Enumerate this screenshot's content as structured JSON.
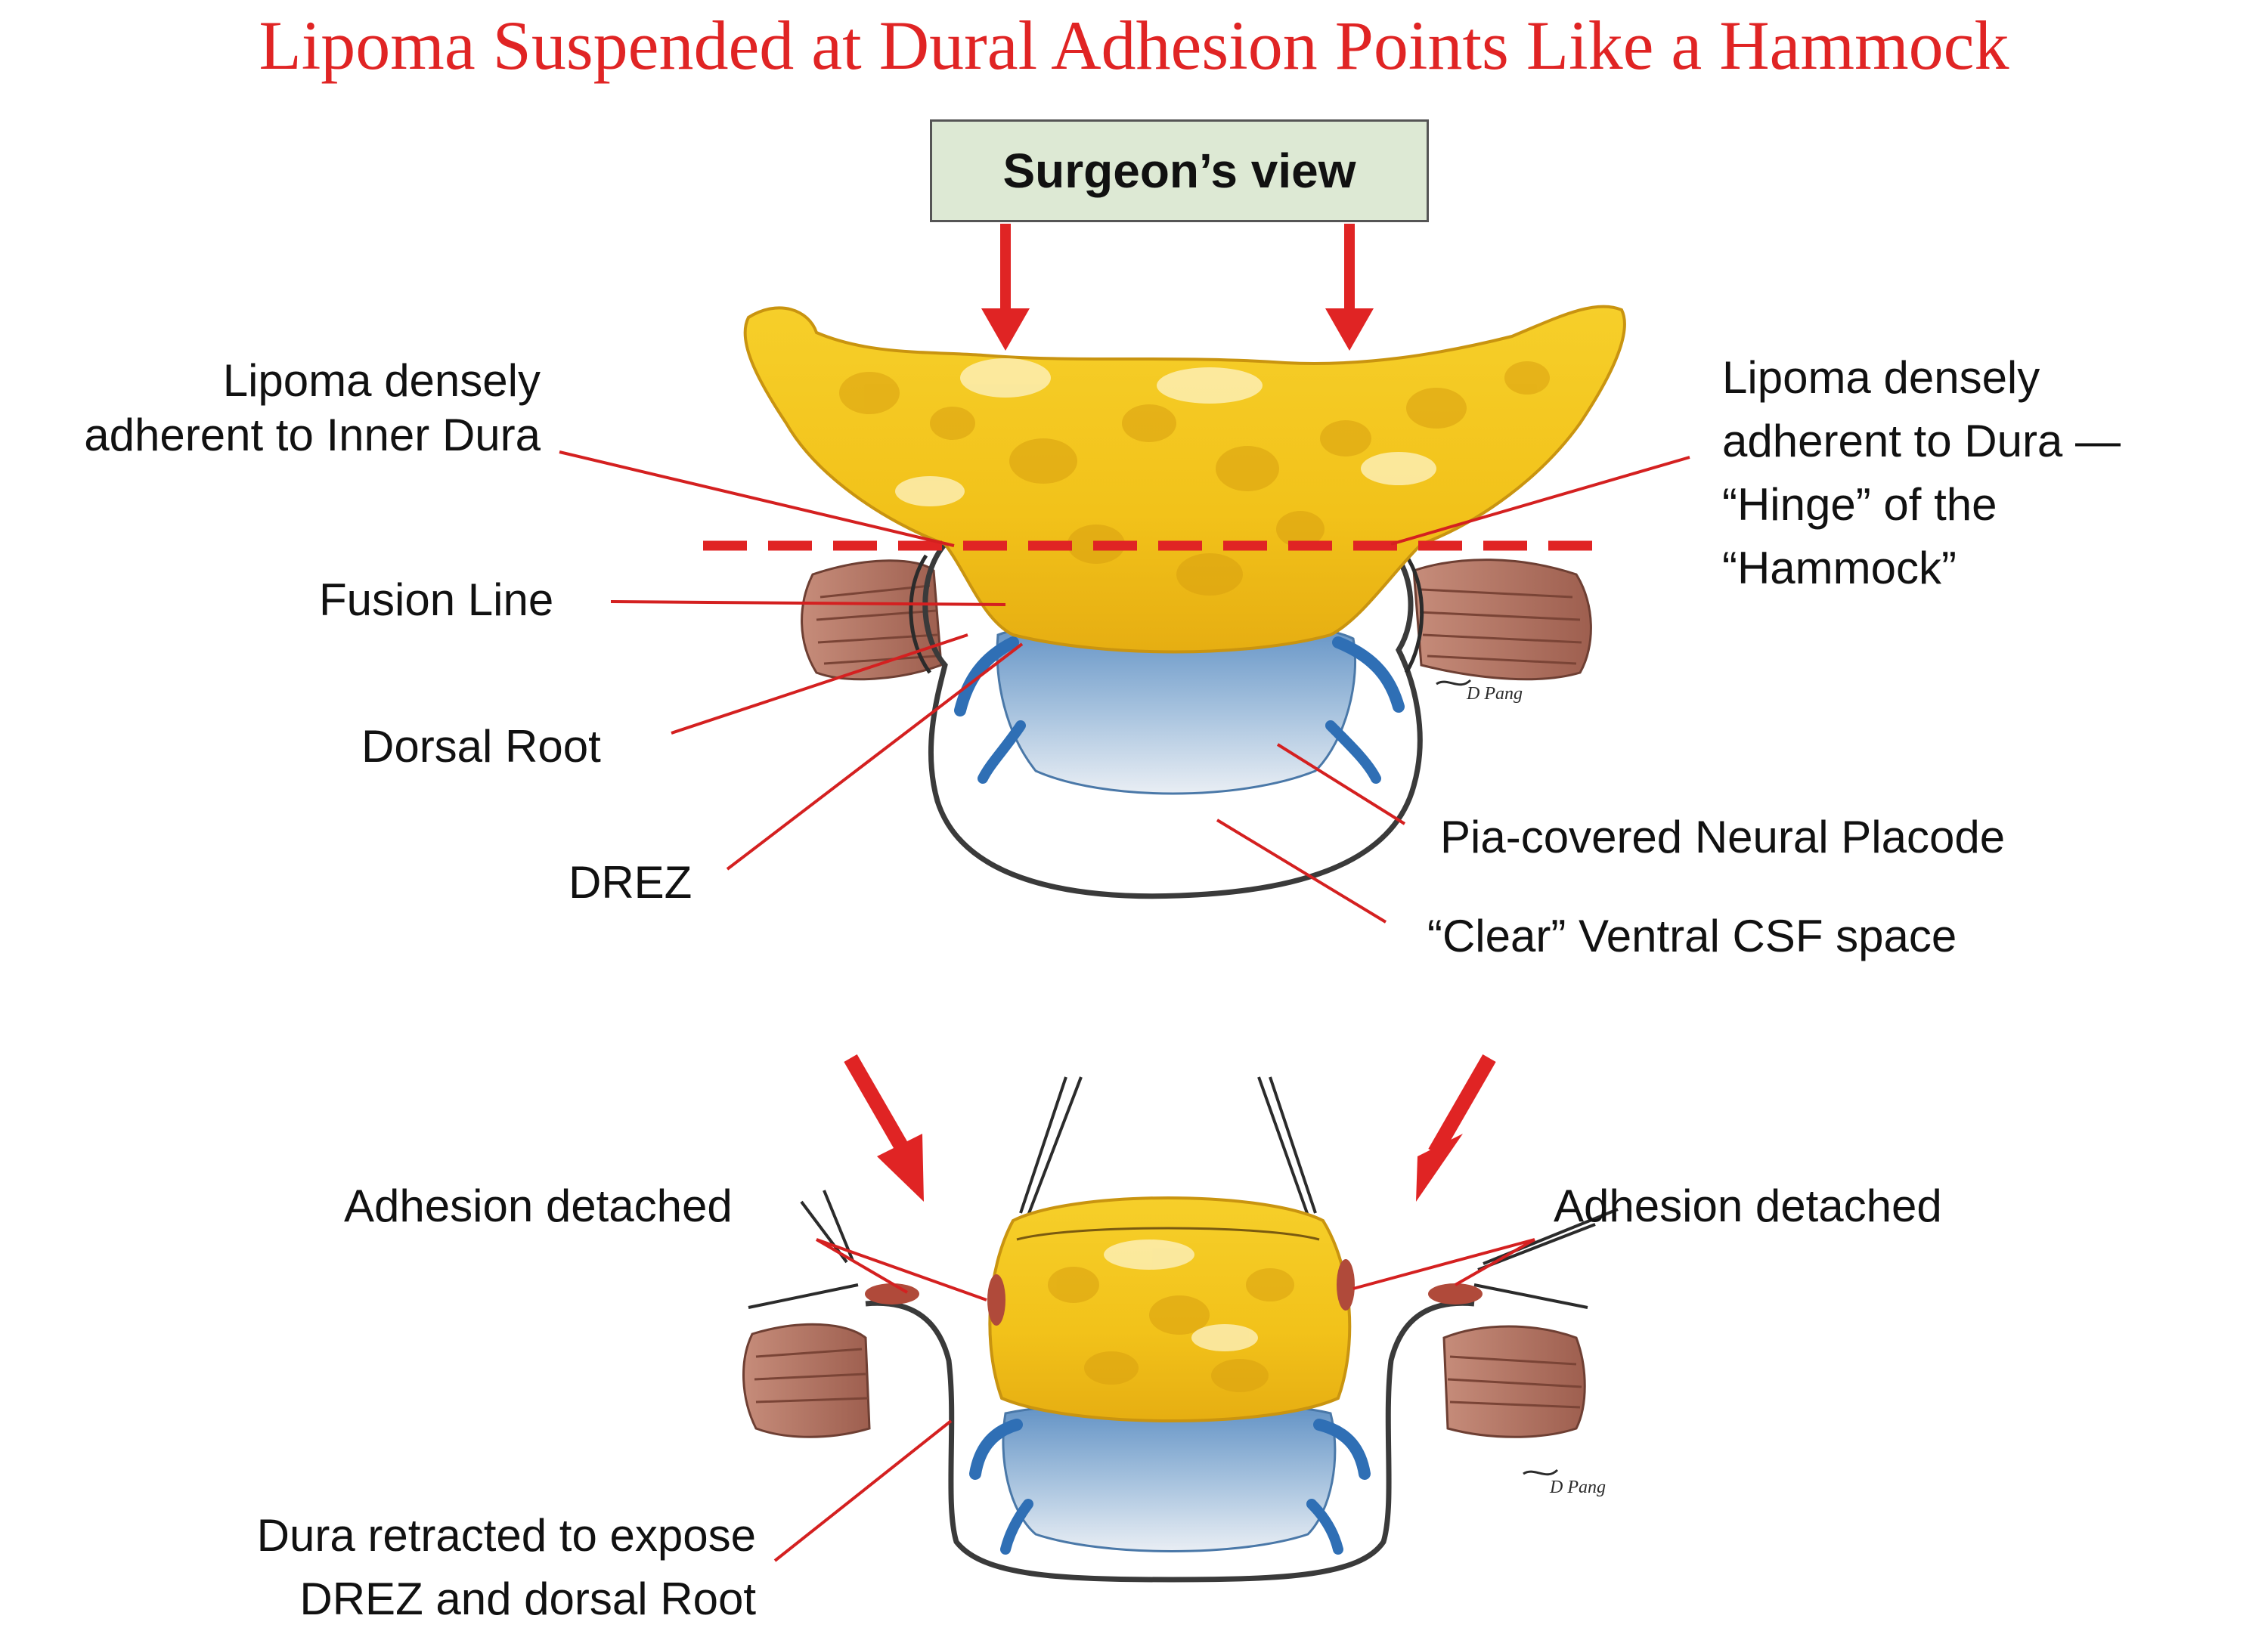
{
  "title": "Lipoma Suspended at Dural Adhesion Points Like a Hammock",
  "surgeons_view": "Surgeon’s view",
  "upper_labels": {
    "lipoma_inner_dura": [
      "Lipoma densely",
      "adherent to Inner Dura"
    ],
    "lipoma_dura_hinge": [
      "Lipoma densely",
      "adherent to Dura —",
      "“Hinge” of the",
      "“Hammock”"
    ],
    "fusion_line": "Fusion Line",
    "dorsal_root": "Dorsal Root",
    "drez": "DREZ",
    "pia_placode": "Pia-covered Neural Placode",
    "clear_csf": "“Clear” Ventral CSF space"
  },
  "lower_labels": {
    "adhesion_left": "Adhesion detached",
    "adhesion_right": "Adhesion detached",
    "dura_retracted": [
      "Dura retracted to expose",
      "DREZ and dorsal Root"
    ]
  },
  "signature": "D Pang",
  "colors": {
    "title": "#e02424",
    "arrow": "#e02424",
    "leader": "#d42020",
    "lipoma": "#f3c51d",
    "lipoma_dark": "#d9a010",
    "placode": "#6f9fcc",
    "root": "#2f6fb5",
    "dura": "#3a3a3a",
    "muscle": "#b57a6a",
    "box_fill": "#dde9d4"
  }
}
